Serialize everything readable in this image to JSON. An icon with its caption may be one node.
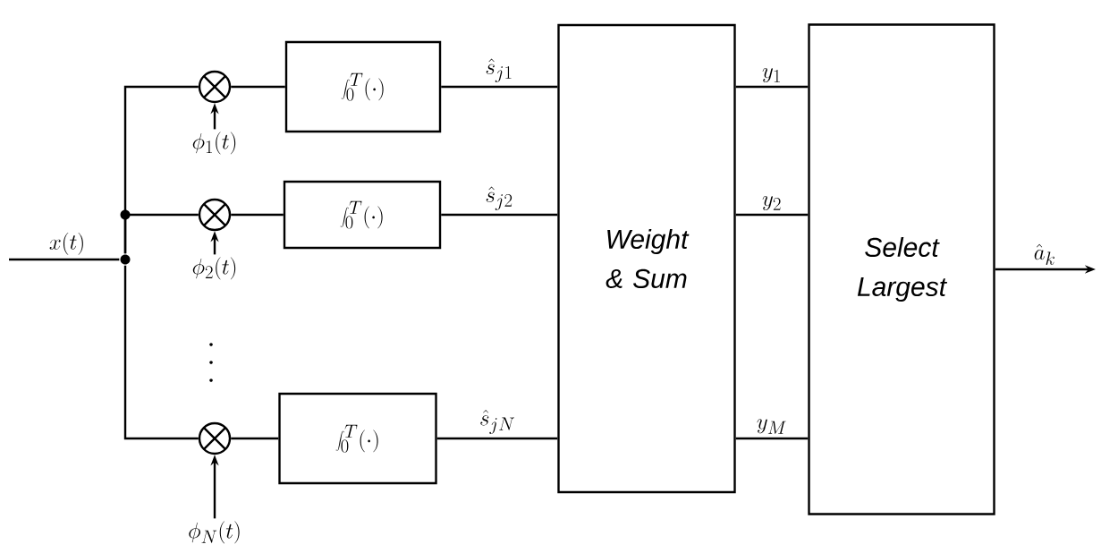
{
  "diagram": {
    "nodes": [
      {
        "text": [],
        "shape": "dot"
      },
      {
        "text": [],
        "shape": "circle"
      },
      {
        "text": [
          "\\int_0^T (\\cdot)"
        ]
      },
      {
        "text": [
          "\\phi_1(t)"
        ]
      },
      {
        "text": [],
        "shape": "circle"
      },
      {
        "text": [
          "\\int_0^T (\\cdot)"
        ]
      },
      {
        "text": [
          "\\phi_2(t)"
        ]
      },
      {
        "text": [],
        "shape": "circle"
      },
      {
        "text": [
          "\\int_0^T (\\cdot)"
        ]
      },
      {
        "text": [
          "\\phi_N(t)"
        ]
      },
      {
        "text": [
          "Weight & Sum"
        ]
      },
      {
        "text": [
          "Select Largest"
        ]
      }
    ],
    "edges": [
      {
        "from": null,
        "to": 0,
        "arrow": "none",
        "label": "x(t)"
      },
      {
        "from": 0,
        "to": 1,
        "arrow": "none"
      },
      {
        "from": 0,
        "to": 4,
        "arrow": "none"
      },
      {
        "from": 0,
        "to": 7,
        "arrow": "none"
      },
      {
        "from": 3,
        "to": 1,
        "arrow": "to"
      },
      {
        "from": 6,
        "to": 4,
        "arrow": "to"
      },
      {
        "from": 9,
        "to": 7,
        "arrow": "to"
      },
      {
        "from": 1,
        "to": 2,
        "arrow": "none"
      },
      {
        "from": 4,
        "to": 5,
        "arrow": "none"
      },
      {
        "from": 7,
        "to": 8,
        "arrow": "none"
      },
      {
        "from": 2,
        "to": 10,
        "arrow": "none",
        "label": "\\hat{s}_{j1}"
      },
      {
        "from": 5,
        "to": 10,
        "arrow": "none",
        "label": "\\hat{s}_{j2}"
      },
      {
        "from": 8,
        "to": 10,
        "arrow": "none",
        "label": "\\hat{s}_{jN}"
      },
      {
        "from": 10,
        "to": 11,
        "arrow": "none",
        "label": "y_1"
      },
      {
        "from": 10,
        "to": 11,
        "arrow": "none",
        "label": "y_2"
      },
      {
        "from": 10,
        "to": 11,
        "arrow": "none",
        "label": "y_M"
      },
      {
        "from": 11,
        "to": null,
        "arrow": "to",
        "label": "\\hat{a}_k"
      }
    ]
  }
}
